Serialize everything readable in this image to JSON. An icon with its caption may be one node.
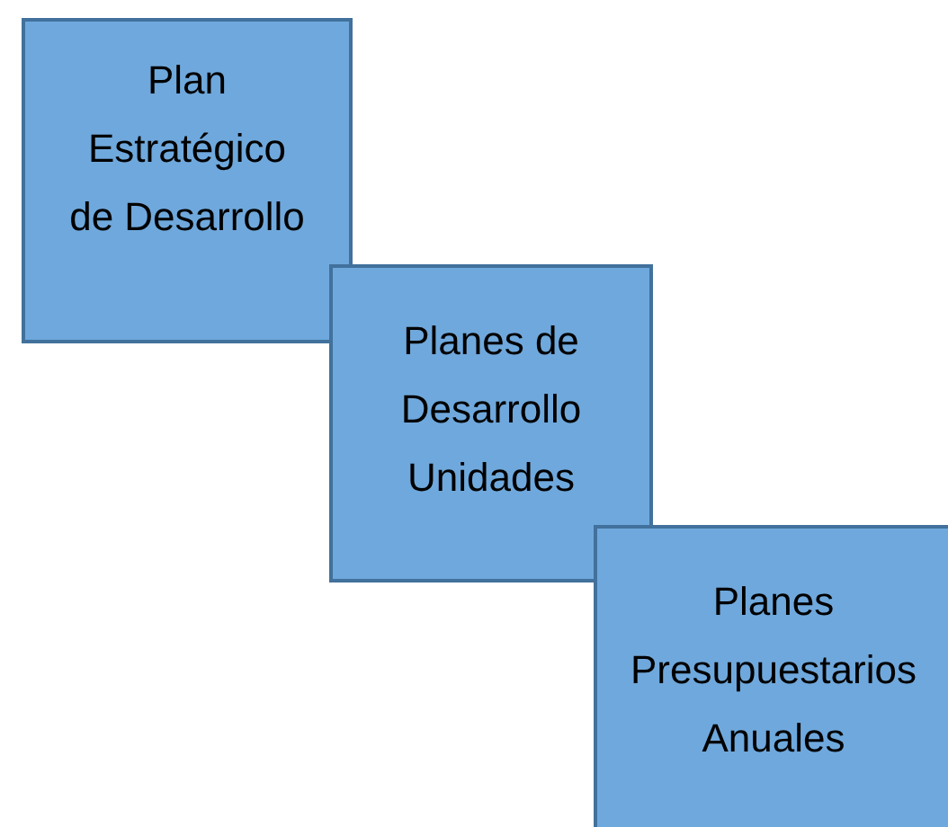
{
  "diagram": {
    "nodes": [
      {
        "text": [
          "Plan Estratégico de Desarrollo"
        ]
      },
      {
        "text": [
          "Planes de Desarrollo Unidades"
        ]
      },
      {
        "text": [
          "Planes Presupuestarios Anuales"
        ]
      }
    ]
  }
}
